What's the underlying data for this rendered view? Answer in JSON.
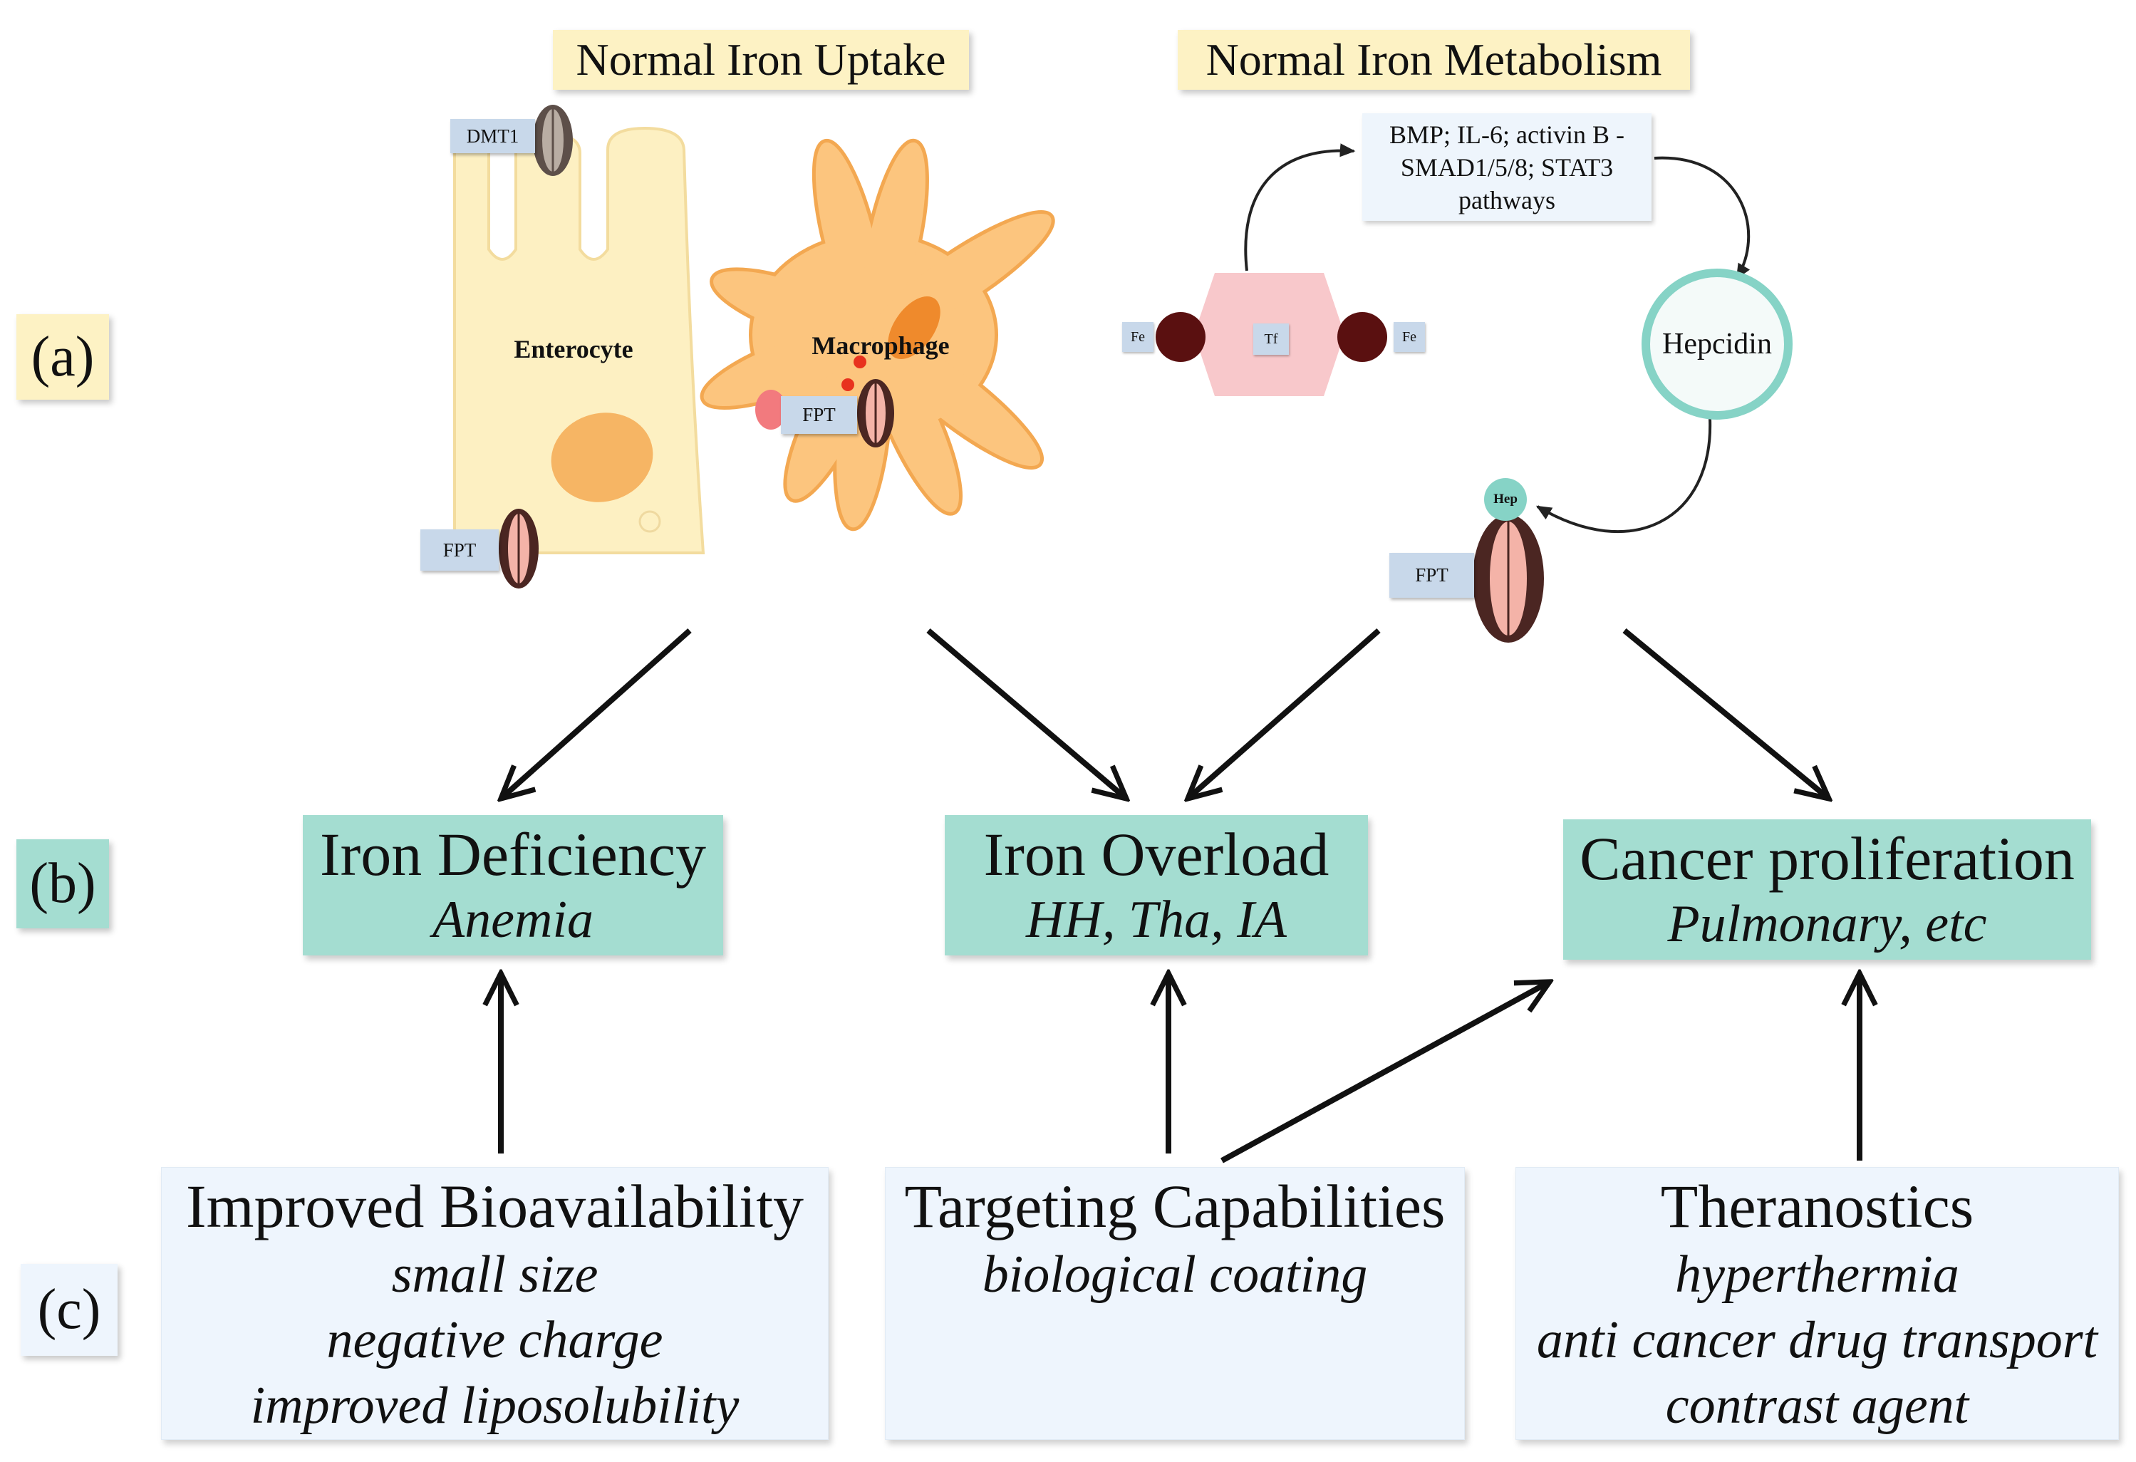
{
  "panel_labels": {
    "a": "(a)",
    "b": "(b)",
    "c": "(c)"
  },
  "headers": {
    "uptake": "Normal Iron Uptake",
    "metabolism": "Normal Iron Metabolism"
  },
  "enterocyte": {
    "label": "Enterocyte",
    "dmt1": "DMT1",
    "fpt": "FPT"
  },
  "macrophage": {
    "label": "Macrophage",
    "fpt": "FPT"
  },
  "transferrin": {
    "tf": "Tf",
    "fe_left": "Fe",
    "fe_right": "Fe"
  },
  "signaling": {
    "lines": [
      "BMP; IL-6; activin B -",
      "SMAD1/5/8; STAT3",
      "pathways"
    ]
  },
  "hepcidin": {
    "label": "Hepcidin",
    "hep": "Hep",
    "fpt": "FPT"
  },
  "conditions": [
    {
      "title": "Iron Deficiency",
      "subtitle": "Anemia"
    },
    {
      "title": "Iron Overload",
      "subtitle": "HH, Tha, IA"
    },
    {
      "title": "Cancer proliferation",
      "subtitle": "Pulmonary, etc"
    }
  ],
  "properties": [
    {
      "title": "Improved Bioavailability",
      "lines": [
        "small size",
        "negative charge",
        "improved liposolubility"
      ]
    },
    {
      "title": "Targeting Capabilities",
      "lines": [
        "biological coating"
      ]
    },
    {
      "title": "Theranostics",
      "lines": [
        "hyperthermia",
        "anti cancer drug transport",
        "contrast agent"
      ]
    }
  ],
  "colors": {
    "header_bg": "#fdf2c4",
    "condition_bg": "#a4ddd1",
    "property_bg": "#eef5fd",
    "tag_bg": "#c8d8ea",
    "signal_bg": "#eef5fc",
    "enterocyte": "#fdf0c2",
    "enterocyte_edge": "#f3dc9e",
    "enterocyte_nucleus": "#f6b564",
    "macrophage": "#fcc57e",
    "macrophage_edge": "#f3a851",
    "macrophage_nucleus": "#ef8a2c",
    "iron": "#5a1010",
    "transferrin": "#f8c8cb",
    "hepcidin_ring": "#86d3c6",
    "fpt_outer": "#4b2622",
    "fpt_inner": "#f4b3a8",
    "dmt1_outer": "#5d4f49",
    "dmt1_inner": "#b9ada3"
  }
}
